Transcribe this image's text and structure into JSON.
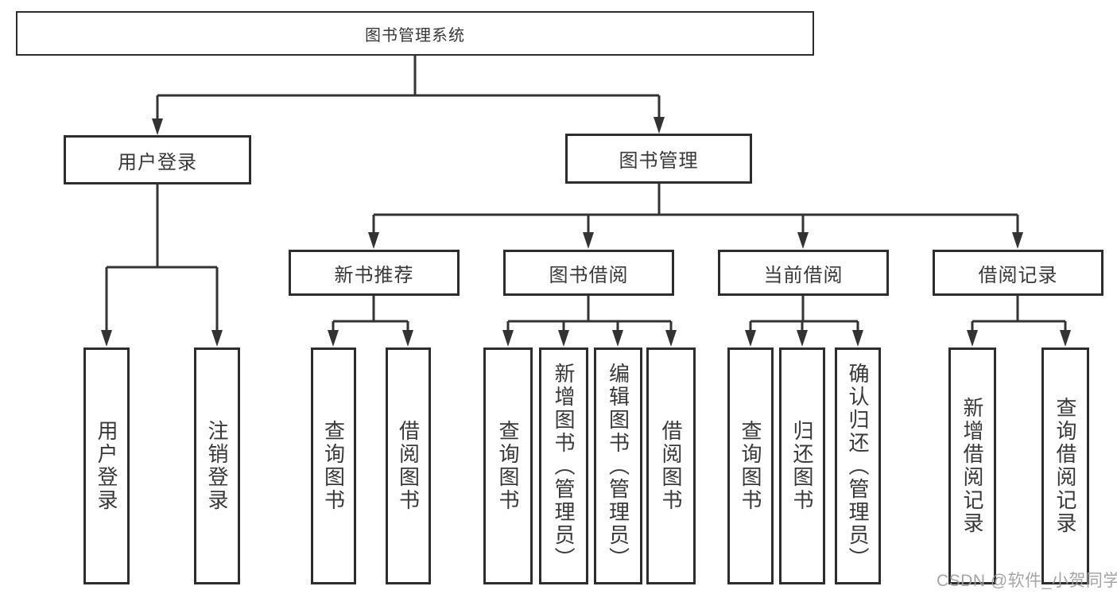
{
  "diagram": {
    "root": {
      "label": "图书管理系统"
    },
    "level2": {
      "user_login": "用户登录",
      "book_mgmt": "图书管理"
    },
    "level3": {
      "new_book_rec": "新书推荐",
      "book_borrow": "图书借阅",
      "current_borrow": "当前借阅",
      "borrow_records": "借阅记录"
    },
    "leaves": {
      "user_login": "用户登录",
      "logout": "注销登录",
      "rec_query_book": "查询图书",
      "rec_borrow_book": "借阅图书",
      "borrow_query_book": "查询图书",
      "borrow_add_book": "新增图书（管理员）",
      "borrow_edit_book": "编辑图书（管理员）",
      "borrow_borrow_book": "借阅图书",
      "current_query_book": "查询图书",
      "current_return_book": "归还图书",
      "current_confirm_return": "确认归还（管理员）",
      "records_add_record": "新增借阅记录",
      "records_query_record": "查询借阅记录"
    },
    "watermark": "CSDN @软件_小贺同学",
    "colors": {
      "line": "#333333",
      "box_border": "#2d2d2d",
      "text": "#383838",
      "watermark": "#9e9e9e",
      "background": "#ffffff"
    }
  }
}
